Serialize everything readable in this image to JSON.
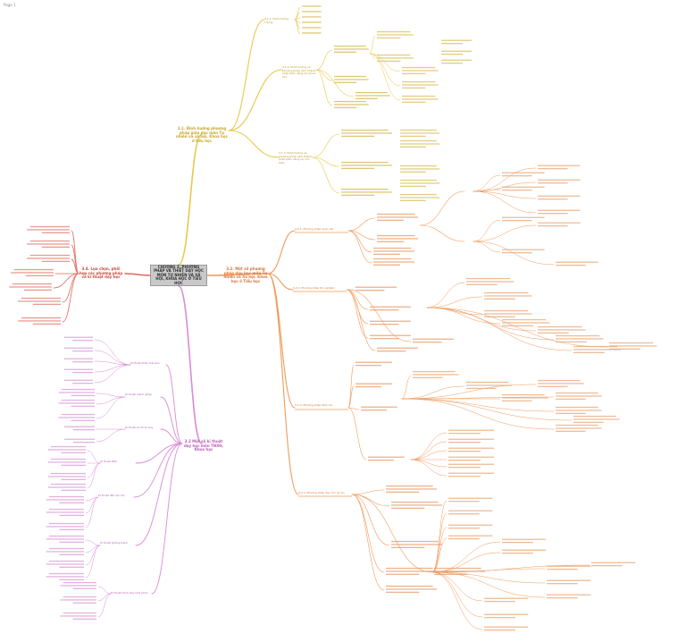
{
  "corner": {
    "title": "Page 1",
    "subtitle": ""
  },
  "center": {
    "label": "CHƯƠNG 3. PHƯƠNG PHÁP VÀ THIẾT DẠY HỌC MÔN TỰ NHIÊN VÀ XÃ HỘI, KHOA HỌC Ở TIỂU HỌC"
  },
  "branches": {
    "yellow": {
      "label": "3.1. Định hướng phương pháp giáo dục môn Tự nhiên và xã hội, Khoa học ở tiểu học",
      "color": "#e8c84a",
      "subs": [
        "3.1.1. Định hướng chung",
        "3.1.2. Định hướng về phương pháp hình thành, phát triển năng lực khoa học",
        "3.1.3. Định hướng về phương pháp hình thành, phát triển năng lực tìm hiểu"
      ]
    },
    "orange": {
      "label": "3.2. Một số phương pháp dạy học môn Tự nhiên và Xã hội, Khoa học ở Tiểu học",
      "color": "#ef9a5a",
      "subs": [
        "3.2.1. Phương pháp quan sát",
        "3.2.2. Phương pháp thí nghiệm",
        "3.2.3. Phương pháp điều tra",
        "3.2.4. Phương pháp dạy học dự án"
      ]
    },
    "red": {
      "label": "3.4. Lựa chọn, phối hợp các phương pháp và kĩ thuật dạy học",
      "color": "#e0685a"
    },
    "purple": {
      "label": "3.3 Một số kĩ thuật dạy học môn TNXH, Khoa học",
      "color": "#d98ad8",
      "subs": [
        "Kĩ thuật khăn trải bàn",
        "Kĩ thuật mảnh ghép",
        "Kĩ thuật sơ đồ tư duy",
        "Kĩ thuật KWL",
        "Kĩ thuật đặt câu hỏi",
        "Kĩ thuật phòng tranh",
        "Kĩ thuật trình bày một phút"
      ]
    }
  }
}
